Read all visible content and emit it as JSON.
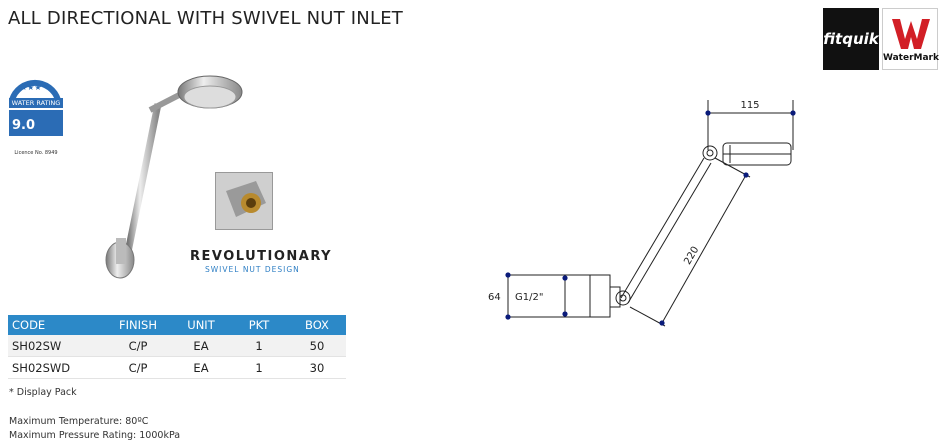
{
  "title": "ALL DIRECTIONAL WITH SWIVEL NUT INLET",
  "logos": {
    "brand": "fitquik",
    "certification": "WaterMark"
  },
  "water_rating": {
    "label": "WATER RATING",
    "value": "9.0",
    "licence": "Licence No. 8949"
  },
  "feature": {
    "title": "REVOLUTIONARY",
    "subtitle": "SWIVEL NUT DESIGN"
  },
  "table": {
    "headers": [
      "CODE",
      "FINISH",
      "UNIT",
      "PKT",
      "BOX"
    ],
    "rows": [
      [
        "SH02SW",
        "C/P",
        "EA",
        "1",
        "50"
      ],
      [
        "SH02SWD",
        "C/P",
        "EA",
        "1",
        "30"
      ]
    ]
  },
  "note": "* Display Pack",
  "specs": {
    "max_temperature": "Maximum Temperature: 80ºC",
    "max_pressure": "Maximum Pressure Rating: 1000kPa"
  },
  "drawing": {
    "dim_width": "115",
    "dim_arm": "220",
    "dim_height": "64",
    "thread": "G1/2\""
  }
}
